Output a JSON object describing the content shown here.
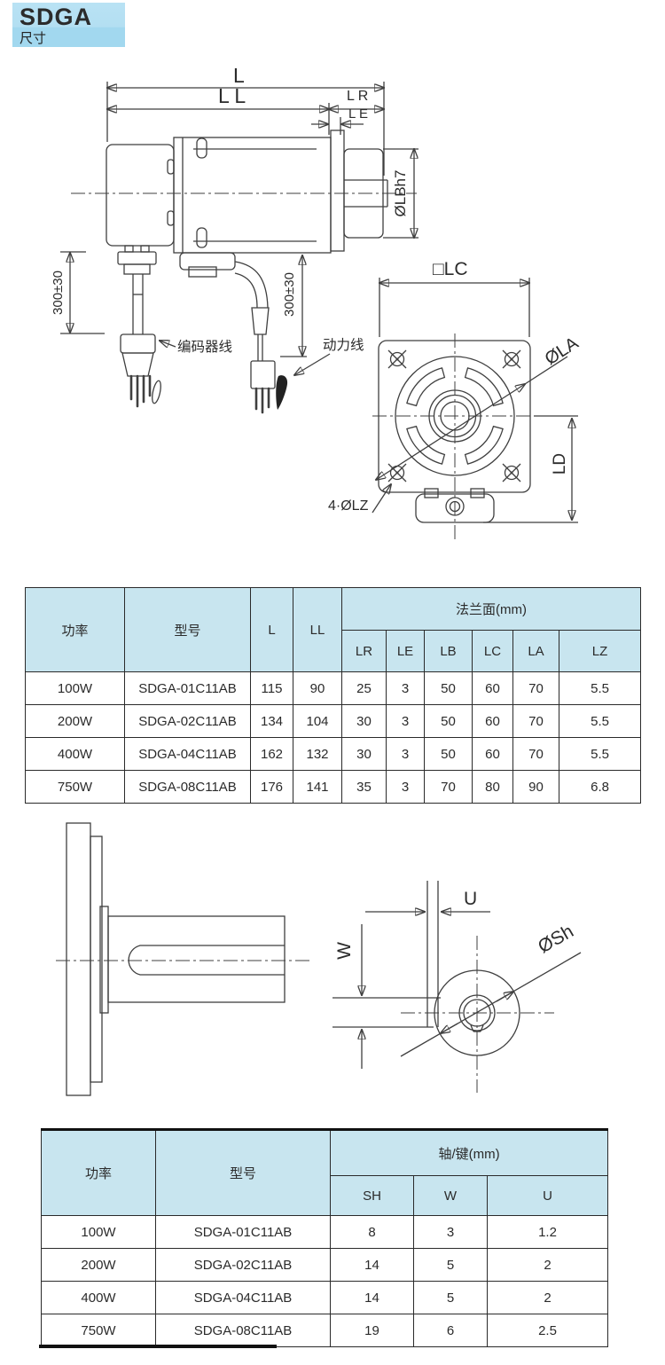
{
  "header": {
    "title": "SDGA",
    "subtitle": "尺寸"
  },
  "drawing_side": {
    "L": "L",
    "LL": "L L",
    "LR": "L R",
    "LE": "L E",
    "LB": "ØLBh7",
    "cable_len_left": "300±30",
    "cable_len_right": "300±30",
    "encoder_cable_label": "编码器线",
    "power_cable_label": "动力线"
  },
  "drawing_front": {
    "LC": "□LC",
    "LA": "ØLA",
    "LD": "LD",
    "LZ": "4·ØLZ"
  },
  "drawing_shaft": {
    "U": "U",
    "W": "W",
    "Sh": "ØSh"
  },
  "table1": {
    "headers": {
      "power": "功率",
      "model": "型号",
      "L": "L",
      "LL": "LL",
      "group": "法兰面(mm)",
      "sub": [
        "LR",
        "LE",
        "LB",
        "LC",
        "LA",
        "LZ"
      ]
    },
    "rows": [
      [
        "100W",
        "SDGA-01C11AB",
        "115",
        "90",
        "25",
        "3",
        "50",
        "60",
        "70",
        "5.5"
      ],
      [
        "200W",
        "SDGA-02C11AB",
        "134",
        "104",
        "30",
        "3",
        "50",
        "60",
        "70",
        "5.5"
      ],
      [
        "400W",
        "SDGA-04C11AB",
        "162",
        "132",
        "30",
        "3",
        "50",
        "60",
        "70",
        "5.5"
      ],
      [
        "750W",
        "SDGA-08C11AB",
        "176",
        "141",
        "35",
        "3",
        "70",
        "80",
        "90",
        "6.8"
      ]
    ]
  },
  "table2": {
    "headers": {
      "power": "功率",
      "model": "型号",
      "group": "轴/键(mm)",
      "sub": [
        "SH",
        "W",
        "U"
      ]
    },
    "rows": [
      [
        "100W",
        "SDGA-01C11AB",
        "8",
        "3",
        "1.2"
      ],
      [
        "200W",
        "SDGA-02C11AB",
        "14",
        "5",
        "2"
      ],
      [
        "400W",
        "SDGA-04C11AB",
        "14",
        "5",
        "2"
      ],
      [
        "750W",
        "SDGA-08C11AB",
        "19",
        "6",
        "2.5"
      ]
    ]
  },
  "colors": {
    "table_header_bg": "#c8e5ef",
    "title_bg_top": "#b9e2f4",
    "title_bg_bottom": "#a2d8ef",
    "line": "#3f3f3f"
  }
}
